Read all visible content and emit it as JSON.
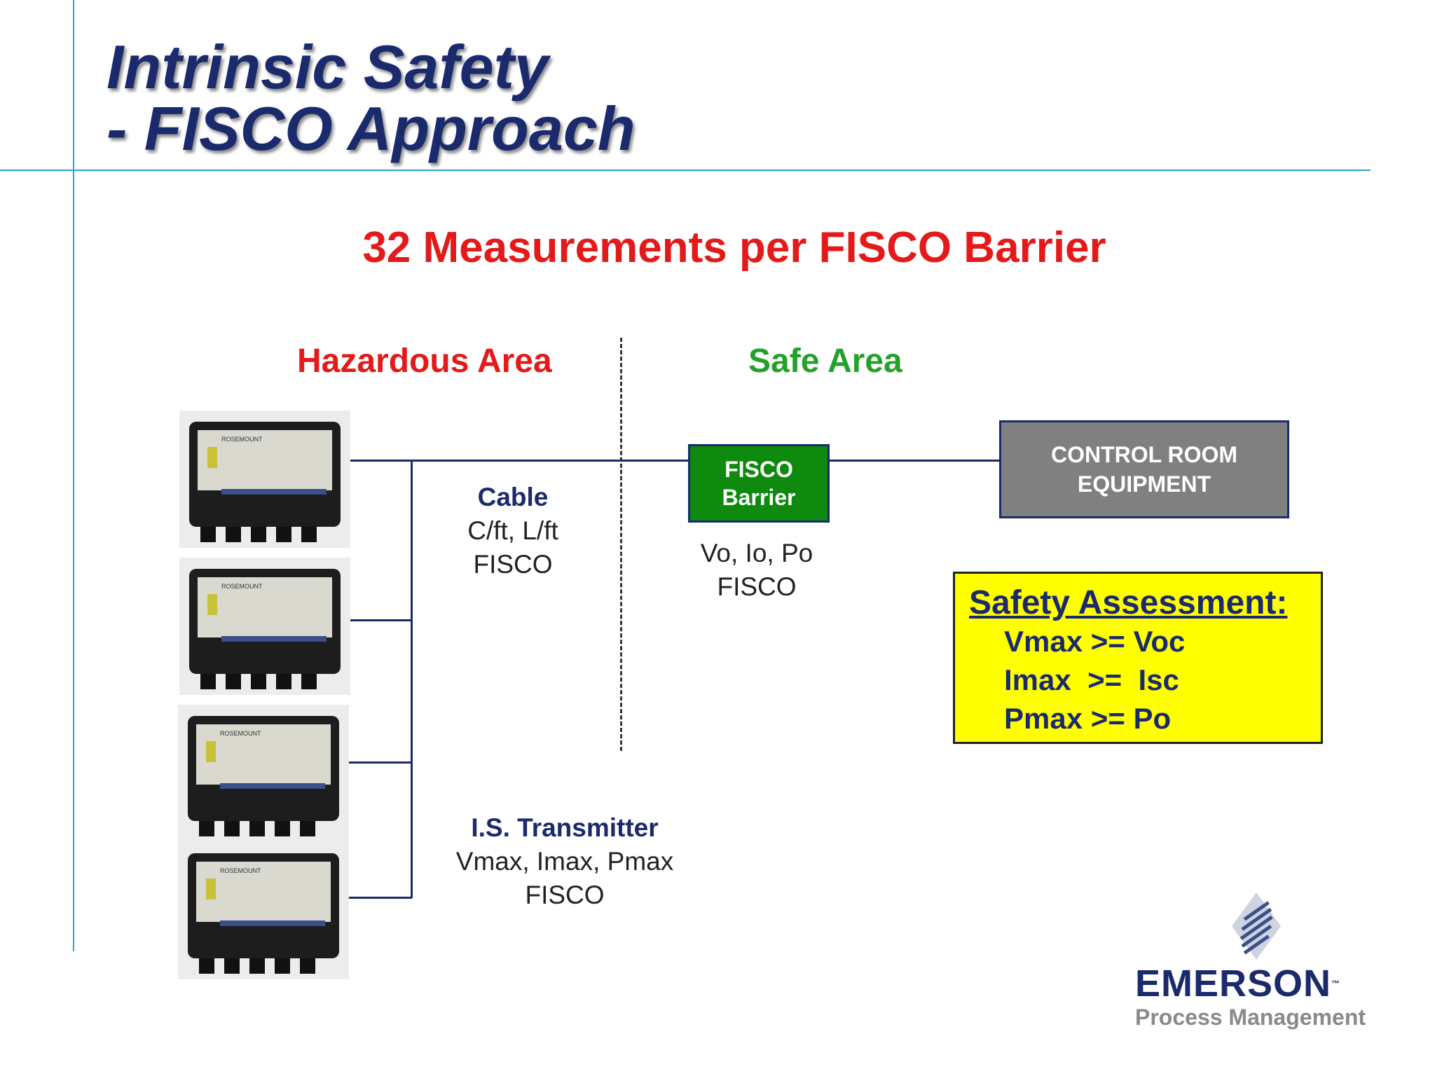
{
  "slide": {
    "title_line1": "Intrinsic Safety",
    "title_line2": "- FISCO Approach",
    "subtitle": "32 Measurements per FISCO Barrier"
  },
  "areas": {
    "hazardous": "Hazardous Area",
    "safe": "Safe Area"
  },
  "cable": {
    "title": "Cable",
    "line1": "C/ft, L/ft",
    "line2": "FISCO"
  },
  "transmitter": {
    "title": "I.S. Transmitter",
    "line1": "Vmax, Imax, Pmax",
    "line2": "FISCO"
  },
  "barrier": {
    "line1": "FISCO",
    "line2": "Barrier",
    "param1": "Vo, Io, Po",
    "param2": "FISCO"
  },
  "control_room": {
    "line1": "CONTROL ROOM",
    "line2": "EQUIPMENT"
  },
  "assessment": {
    "heading": "Safety Assessment:",
    "lines": [
      "Vmax >= Voc",
      "Imax  >=  Isc",
      "Pmax >= Po"
    ]
  },
  "logo": {
    "name": "EMERSON",
    "tm": "™",
    "tagline": "Process Management"
  },
  "device_labels": [
    "ROSEMOUNT",
    "ROSEMOUNT",
    "ROSEMOUNT",
    "ROSEMOUNT"
  ],
  "colors": {
    "title": "#1a2a6c",
    "subtitle": "#e41a1a",
    "hazardous": "#e41a1a",
    "safe": "#23a12a",
    "barrier": "#0e8a0e",
    "control_room": "#808080",
    "assessment": "#ffff00",
    "rule": "#2aa7c9"
  }
}
